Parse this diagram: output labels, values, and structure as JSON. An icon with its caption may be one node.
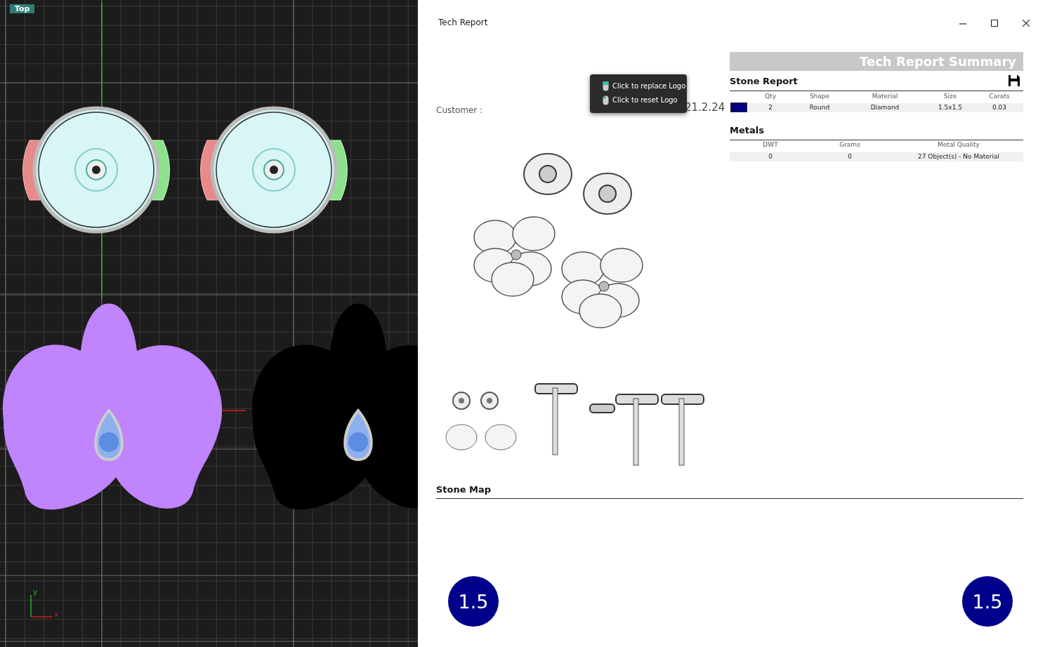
{
  "diagram": {
    "title": "Tech Report",
    "nodes": [
      {
        "text": [
          "1.5"
        ]
      },
      {
        "text": [
          "1.5"
        ]
      }
    ],
    "edges": [],
    "labels": [
      "Top",
      "Customer :",
      "21.2.24",
      "Click to replace Logo",
      "Click to reset Logo",
      "Tech Report Summary",
      "Stone Report",
      "Qty",
      "Shape",
      "Material",
      "Size",
      "Carats",
      "2",
      "Round",
      "Diamond",
      "1.5x1.5",
      "0.03",
      "Metals",
      "DWT",
      "Grams",
      "Metal Quality",
      "0",
      "0",
      "27 Object(s) - No Material",
      "Stone Map",
      "y",
      "x"
    ]
  }
}
